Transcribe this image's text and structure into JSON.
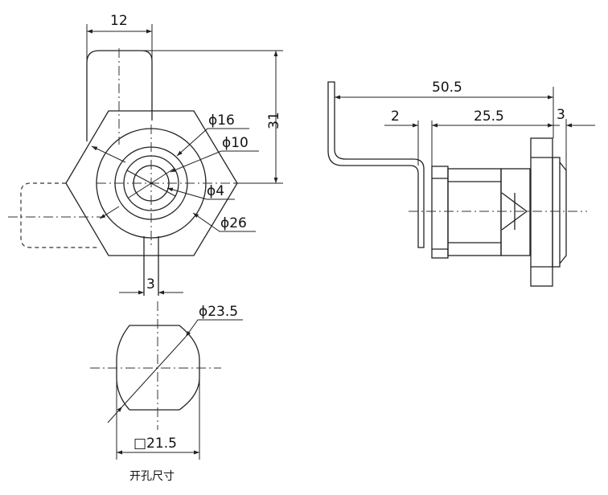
{
  "front_view": {
    "dim_width": "12",
    "dim_height": "31",
    "dim_d16": "ϕ16",
    "dim_d10": "ϕ10",
    "dim_d4": "ϕ4",
    "dim_d26": "ϕ26",
    "dim_slot": "3"
  },
  "side_view": {
    "dim_total": "50.5",
    "dim_plate": "2",
    "dim_body": "25.5",
    "dim_flange": "3"
  },
  "cutout": {
    "dim_d235": "ϕ23.5",
    "dim_square": "□21.5",
    "caption": "开孔尺寸"
  }
}
